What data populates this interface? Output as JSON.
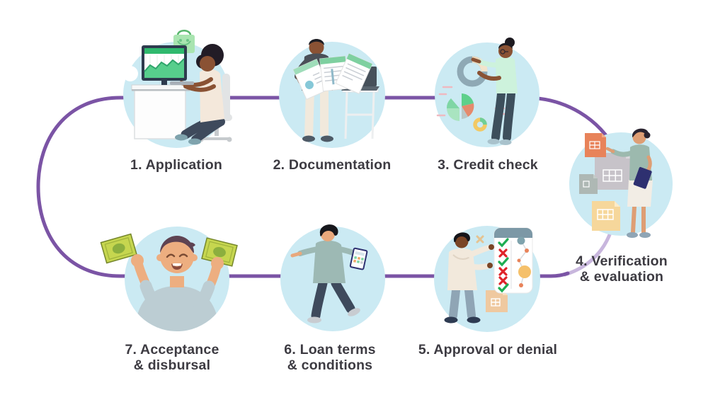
{
  "title": "Loan process steps infographic",
  "colors": {
    "background": "#FFFFFF",
    "circle_fill": "#CBEAF3",
    "connector": "#7B54A5",
    "connector_light": "#C8B6DD",
    "label_text": "#3D3B42",
    "money_green": "#C6D64F",
    "check_green": "#1FAE53",
    "cross_red": "#E0242A"
  },
  "steps": [
    {
      "id": 1,
      "label": "1. Application",
      "icon": "person-applying-at-computer"
    },
    {
      "id": 2,
      "label": "2. Documentation",
      "icon": "person-holding-documents"
    },
    {
      "id": 3,
      "label": "3. Credit check",
      "icon": "person-with-credit-charts"
    },
    {
      "id": 4,
      "label": "4. Verification\n& evaluation",
      "icon": "person-reviewing-files"
    },
    {
      "id": 5,
      "label": "5. Approval or denial",
      "icon": "person-with-checklist"
    },
    {
      "id": 6,
      "label": "6. Loan terms\n& conditions",
      "icon": "person-with-calculator"
    },
    {
      "id": 7,
      "label": "7. Acceptance\n& disbursal",
      "icon": "person-holding-money"
    }
  ]
}
